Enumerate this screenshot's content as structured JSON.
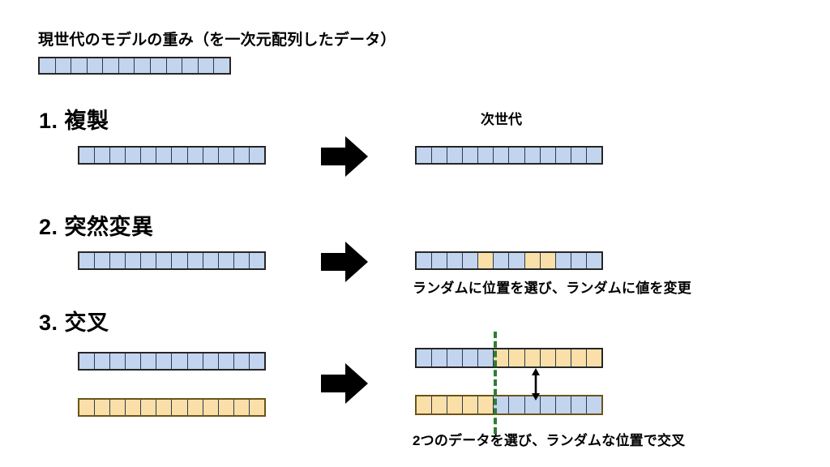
{
  "slide": {
    "title": "現世代のモデルの重み（を一次元配列したデータ）",
    "next_gen_label": "次世代"
  },
  "colors": {
    "blue_fill": "#c3d4ee",
    "orange_fill": "#fae0a8",
    "border_dark": "#262626",
    "border_orange": "#6b5417",
    "dashed_line": "#2f7d32",
    "arrow": "#000000",
    "background": "#ffffff"
  },
  "current_generation": {
    "name": "current-generation-array",
    "cell_count": 12,
    "cells": [
      "blue",
      "blue",
      "blue",
      "blue",
      "blue",
      "blue",
      "blue",
      "blue",
      "blue",
      "blue",
      "blue",
      "blue"
    ]
  },
  "sections": [
    {
      "number": "1.",
      "heading": "1. 複製",
      "title_text": "複製",
      "caption": "",
      "input_arrays": [
        {
          "name": "replication-input-array",
          "cell_count": 12,
          "cells": [
            "blue",
            "blue",
            "blue",
            "blue",
            "blue",
            "blue",
            "blue",
            "blue",
            "blue",
            "blue",
            "blue",
            "blue"
          ]
        }
      ],
      "output_arrays": [
        {
          "name": "replication-output-array",
          "cell_count": 12,
          "cells": [
            "blue",
            "blue",
            "blue",
            "blue",
            "blue",
            "blue",
            "blue",
            "blue",
            "blue",
            "blue",
            "blue",
            "blue"
          ]
        }
      ]
    },
    {
      "number": "2.",
      "heading": "2. 突然変異",
      "title_text": "突然変異",
      "caption": "ランダムに位置を選び、ランダムに値を変更",
      "input_arrays": [
        {
          "name": "mutation-input-array",
          "cell_count": 12,
          "cells": [
            "blue",
            "blue",
            "blue",
            "blue",
            "blue",
            "blue",
            "blue",
            "blue",
            "blue",
            "blue",
            "blue",
            "blue"
          ]
        }
      ],
      "output_arrays": [
        {
          "name": "mutation-output-array",
          "cell_count": 12,
          "cells": [
            "blue",
            "blue",
            "blue",
            "blue",
            "orange",
            "blue",
            "blue",
            "orange",
            "orange",
            "blue",
            "blue",
            "blue"
          ],
          "mutated_positions": [
            5,
            8,
            9
          ]
        }
      ]
    },
    {
      "number": "3.",
      "heading": "3. 交叉",
      "title_text": "交叉",
      "caption": "2つのデータを選び、ランダムな位置で交叉",
      "crossover_point": 5,
      "input_arrays": [
        {
          "name": "crossover-parent-a-array",
          "cell_count": 12,
          "cells": [
            "blue",
            "blue",
            "blue",
            "blue",
            "blue",
            "blue",
            "blue",
            "blue",
            "blue",
            "blue",
            "blue",
            "blue"
          ]
        },
        {
          "name": "crossover-parent-b-array",
          "cell_count": 12,
          "cells": [
            "orange",
            "orange",
            "orange",
            "orange",
            "orange",
            "orange",
            "orange",
            "orange",
            "orange",
            "orange",
            "orange",
            "orange"
          ]
        }
      ],
      "output_arrays": [
        {
          "name": "crossover-child-a-array",
          "cell_count": 12,
          "cells": [
            "blue",
            "blue",
            "blue",
            "blue",
            "blue",
            "orange",
            "orange",
            "orange",
            "orange",
            "orange",
            "orange",
            "orange"
          ]
        },
        {
          "name": "crossover-child-b-array",
          "cell_count": 12,
          "cells": [
            "orange",
            "orange",
            "orange",
            "orange",
            "orange",
            "blue",
            "blue",
            "blue",
            "blue",
            "blue",
            "blue",
            "blue"
          ]
        }
      ]
    }
  ],
  "icons": {
    "big_arrow": "right-arrow-icon",
    "swap_arrow": "vertical-double-arrow-icon",
    "crossover_line": "dashed-crossover-line-icon"
  }
}
